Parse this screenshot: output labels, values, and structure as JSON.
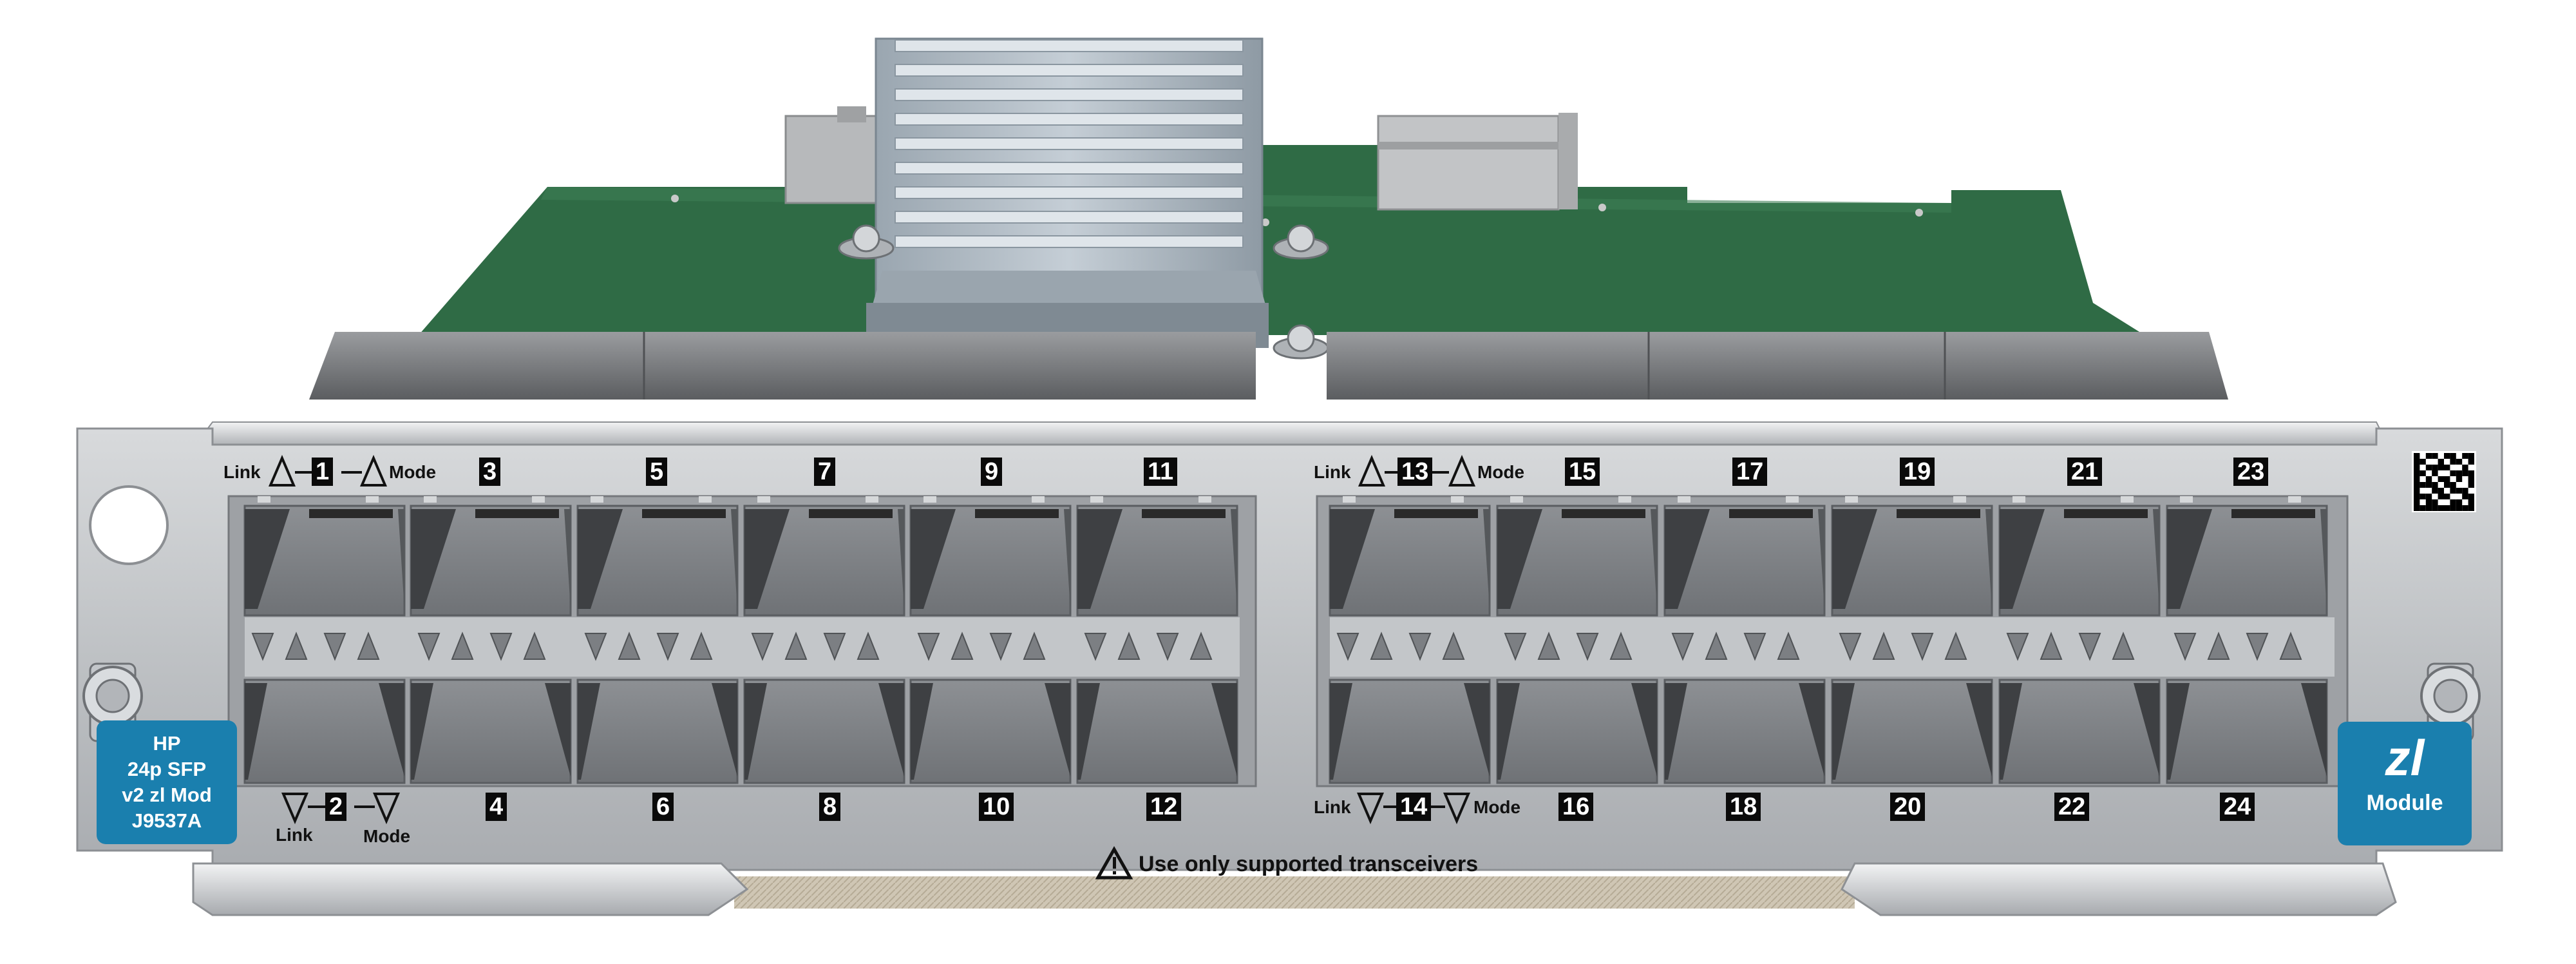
{
  "module": {
    "badge_lines": [
      "HP",
      "24p SFP",
      "v2 zl Mod",
      "J9537A"
    ],
    "zl_label": "zl",
    "module_label": "Module",
    "warning": "Use only supported transceivers",
    "link_label": "Link",
    "mode_label": "Mode"
  },
  "ports_top": [
    "1",
    "3",
    "5",
    "7",
    "9",
    "11",
    "13",
    "15",
    "17",
    "19",
    "21",
    "23"
  ],
  "ports_bottom": [
    "2",
    "4",
    "6",
    "8",
    "10",
    "12",
    "14",
    "16",
    "18",
    "20",
    "22",
    "24"
  ],
  "colors": {
    "faceplate": "#b9bcbf",
    "pcb": "#2f6b45",
    "badge": "#1a7fae",
    "port_label_bg": "#0a0a0a"
  },
  "icons": [
    "led-triangle-up-icon",
    "led-triangle-down-icon",
    "warning-icon",
    "datamatrix-icon",
    "thumbscrew-icon",
    "heatsink-icon"
  ]
}
